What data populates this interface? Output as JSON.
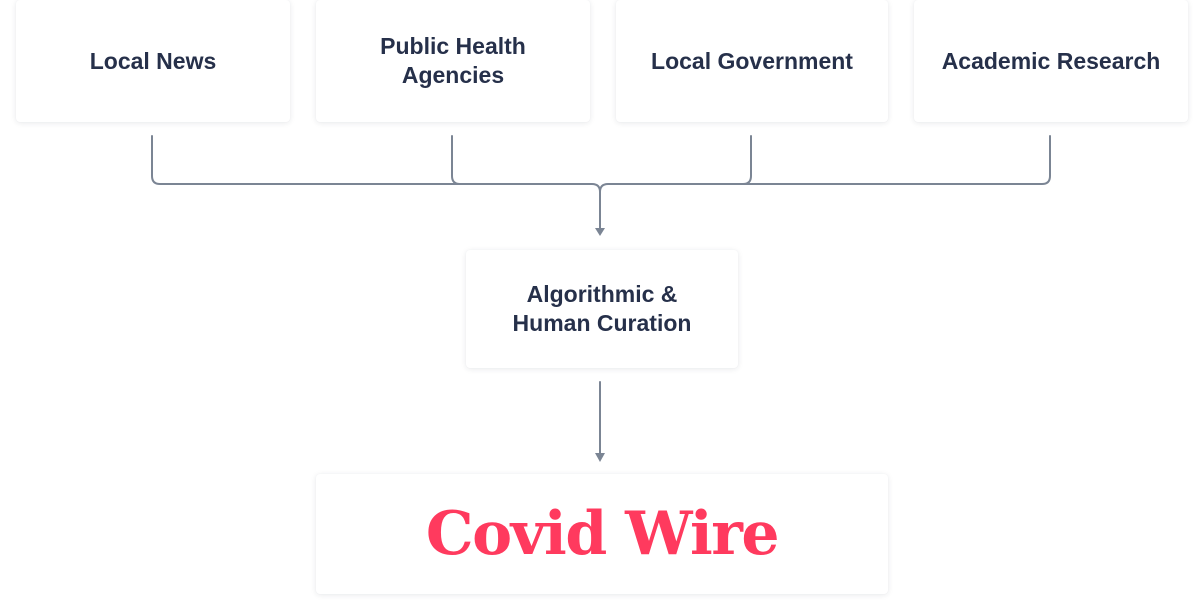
{
  "sources": [
    {
      "label": "Local News"
    },
    {
      "label": "Public Health\nAgencies"
    },
    {
      "label": "Local Government"
    },
    {
      "label": "Academic Research"
    }
  ],
  "curation": {
    "label": "Algorithmic &\nHuman Curation"
  },
  "output": {
    "label": "Covid Wire"
  },
  "colors": {
    "text": "#26304a",
    "connector": "#7b8594",
    "brand": "#ff3a5e",
    "card_background": "#ffffff"
  }
}
